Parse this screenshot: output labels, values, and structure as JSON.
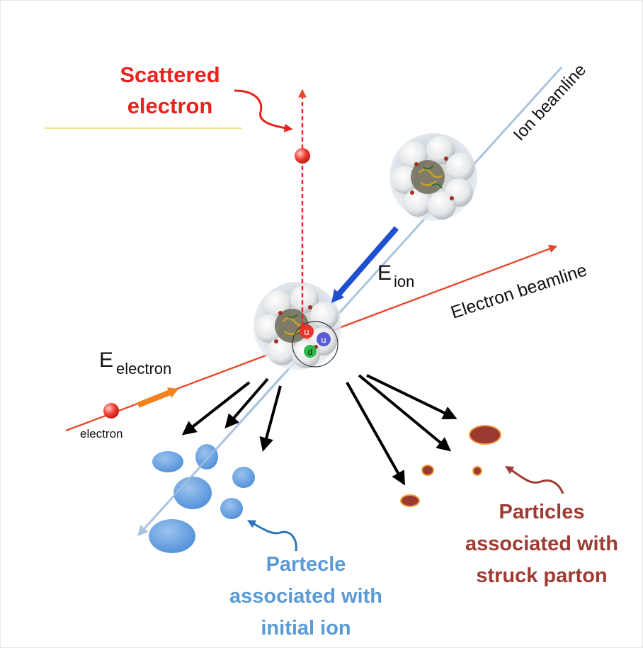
{
  "labels": {
    "scattered_line1": "Scattered",
    "scattered_line2": "electron",
    "ion_beamline": "Ion beamline",
    "electron_beamline": "Electron beamline",
    "e_ion_main": "E",
    "e_ion_sub": "ion",
    "e_electron_main": "E",
    "e_electron_sub": "electron",
    "electron": "electron",
    "ion_particles_line1": "Partecle",
    "ion_particles_line2": "associated with",
    "ion_particles_line3": "initial ion",
    "parton_particles_line1": "Particles",
    "parton_particles_line2": "associated with",
    "parton_particles_line3": "struck parton",
    "quark_u1": "u",
    "quark_u2": "u",
    "quark_d": "d"
  },
  "colors": {
    "scattered": "#e8231f",
    "ion_text": "#5b9bd5",
    "parton_text": "#9e3b32",
    "electron_beam": "#e8492a",
    "ion_beam": "#a9c4de",
    "ion_blob": "#6fa5e0",
    "parton_blob": "#9a3a30",
    "parton_blob_edge": "#f0a040",
    "e_ion_arrow": "#1f4fd1",
    "e_electron_arrow": "#f58220"
  },
  "icons": {
    "nucleus": "nucleus-icon",
    "electron": "electron-icon",
    "quark": "quark-icon"
  }
}
